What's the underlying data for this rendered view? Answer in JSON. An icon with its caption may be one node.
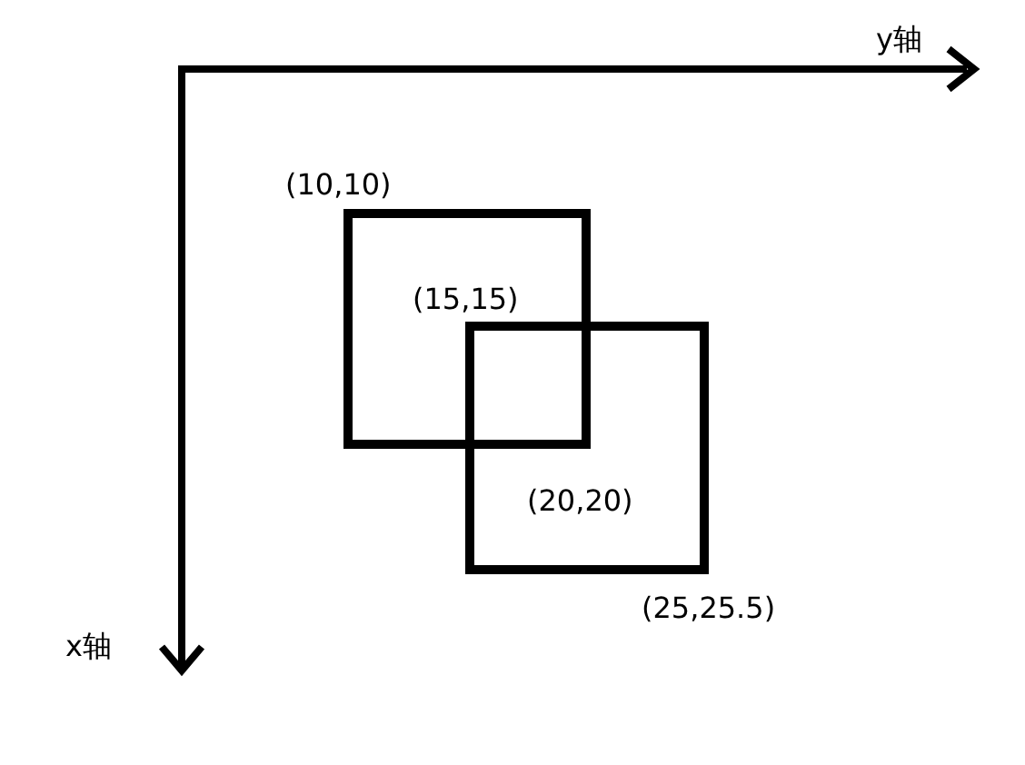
{
  "diagram": {
    "nodes": [
      {
        "text": [],
        "shape": "box"
      },
      {
        "text": [],
        "shape": "box"
      }
    ],
    "labels": [
      "y轴",
      "(10,10)",
      "(15,15)",
      "(20,20)",
      "(25,25.5)",
      "x轴"
    ]
  }
}
